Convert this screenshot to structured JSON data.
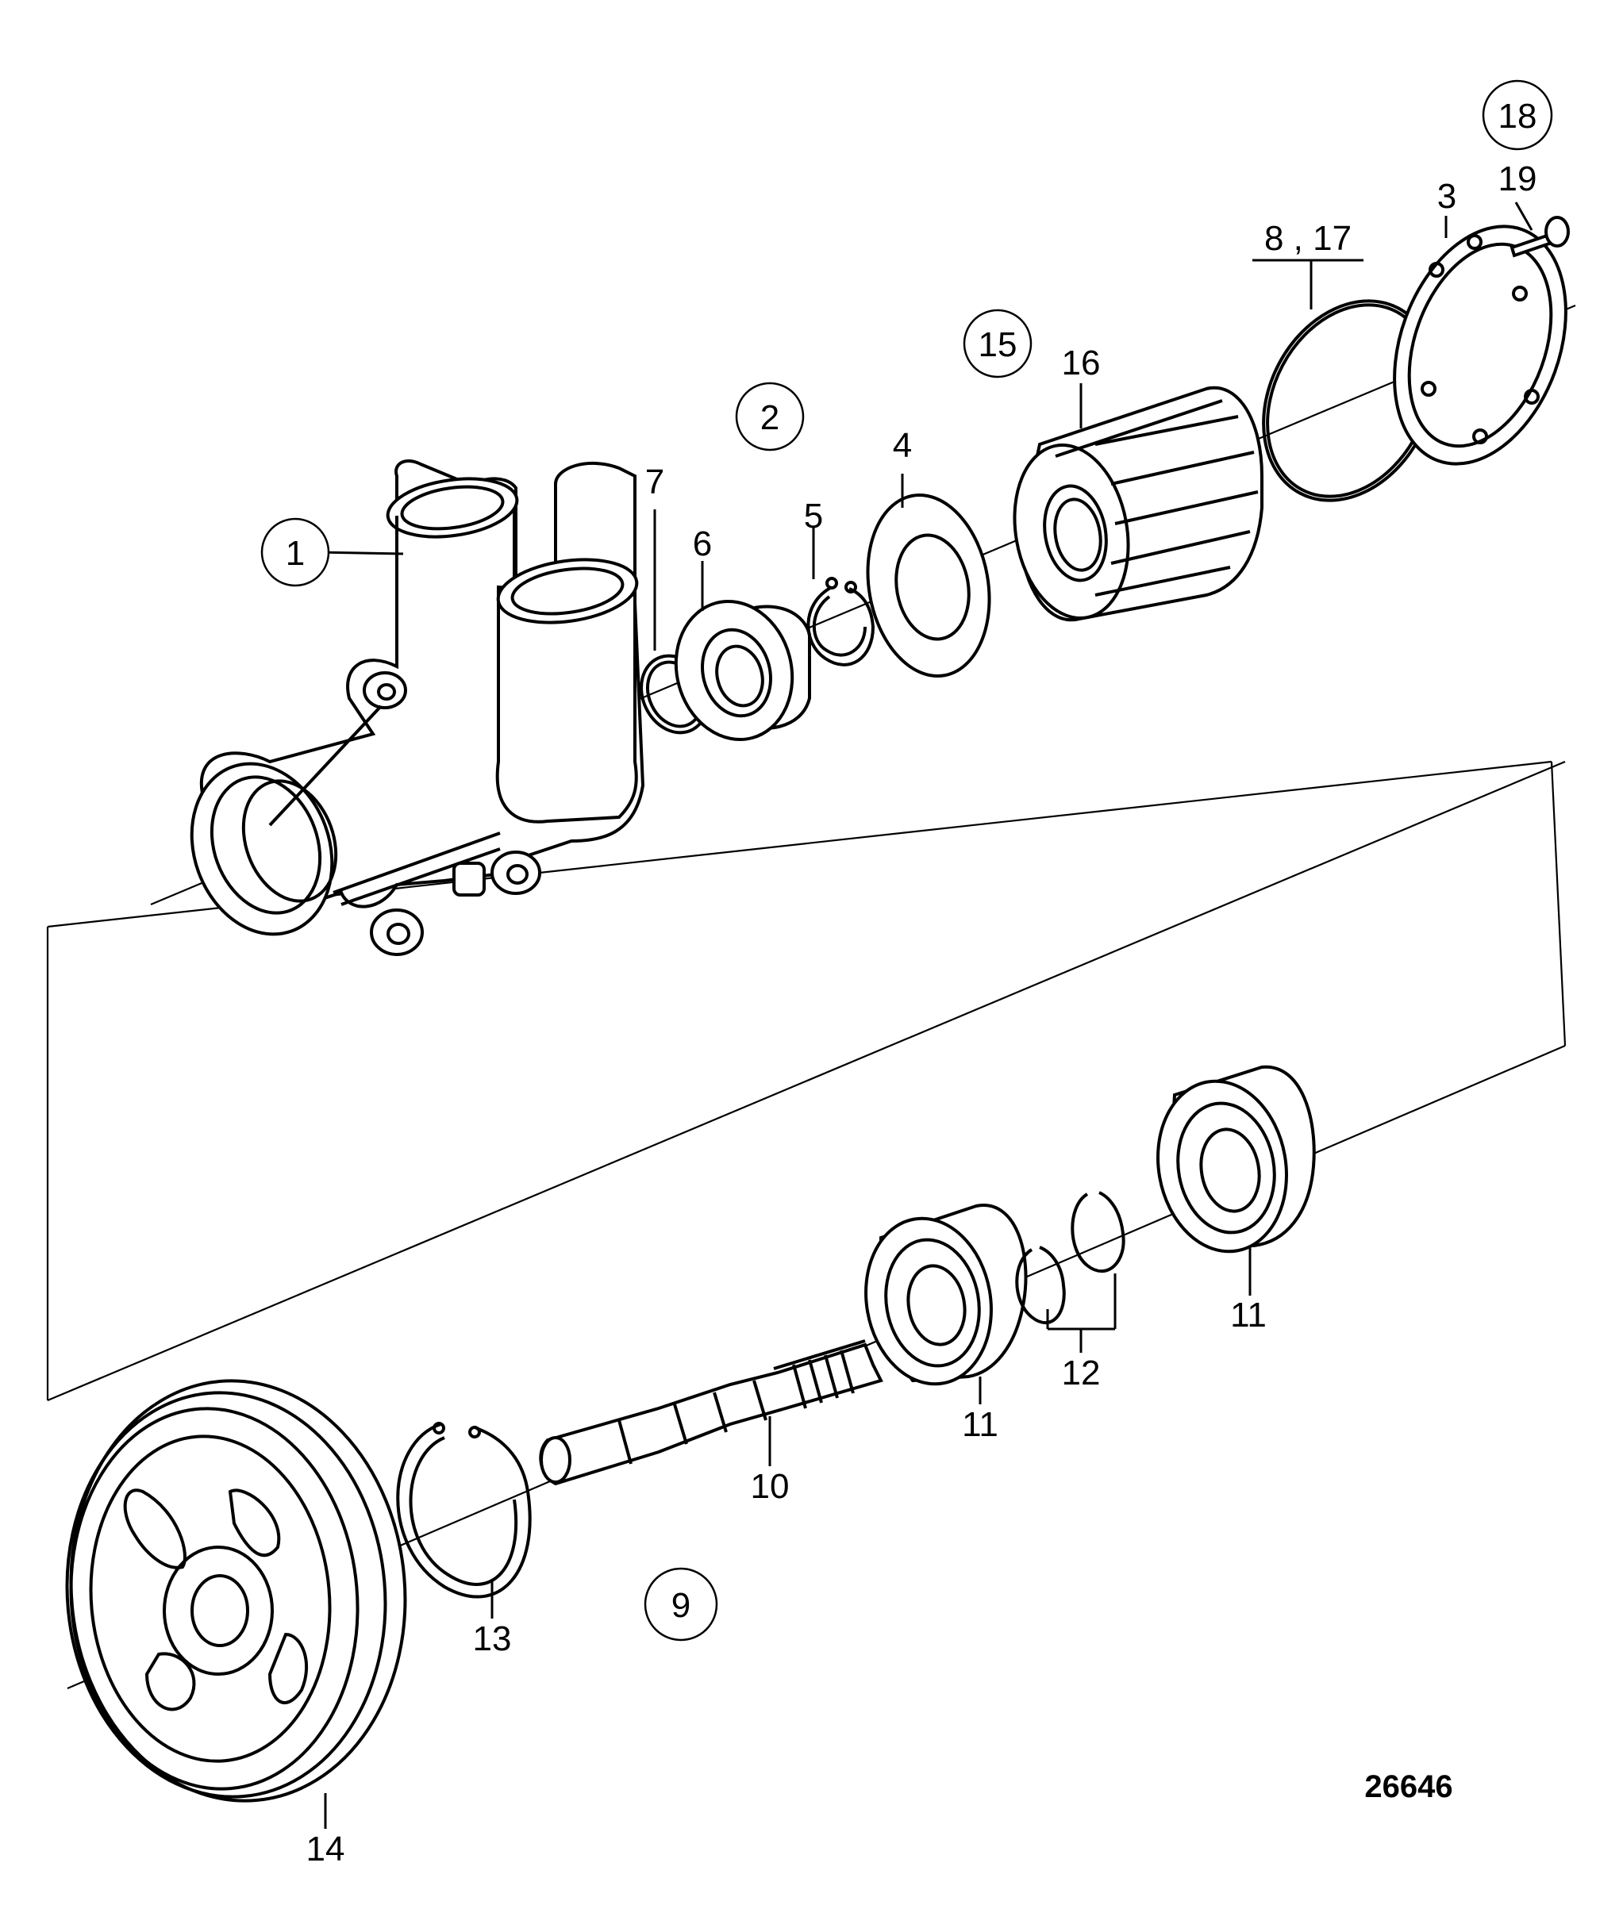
{
  "diagram": {
    "drawing_number": "26646",
    "callouts": [
      {
        "id": "c1",
        "text": "1",
        "circled": true
      },
      {
        "id": "c2",
        "text": "2",
        "circled": true
      },
      {
        "id": "c3",
        "text": "3",
        "circled": false
      },
      {
        "id": "c4",
        "text": "4",
        "circled": false
      },
      {
        "id": "c5",
        "text": "5",
        "circled": false
      },
      {
        "id": "c6",
        "text": "6",
        "circled": false
      },
      {
        "id": "c7",
        "text": "7",
        "circled": false
      },
      {
        "id": "c8",
        "text": "8 , 17",
        "circled": false
      },
      {
        "id": "c9",
        "text": "9",
        "circled": true
      },
      {
        "id": "c10",
        "text": "10",
        "circled": false
      },
      {
        "id": "c11a",
        "text": "11",
        "circled": false
      },
      {
        "id": "c11b",
        "text": "11",
        "circled": false
      },
      {
        "id": "c12",
        "text": "12",
        "circled": false
      },
      {
        "id": "c13",
        "text": "13",
        "circled": false
      },
      {
        "id": "c14",
        "text": "14",
        "circled": false
      },
      {
        "id": "c15",
        "text": "15",
        "circled": true
      },
      {
        "id": "c16",
        "text": "16",
        "circled": false
      },
      {
        "id": "c18",
        "text": "18",
        "circled": true
      },
      {
        "id": "c19",
        "text": "19",
        "circled": false
      }
    ]
  }
}
